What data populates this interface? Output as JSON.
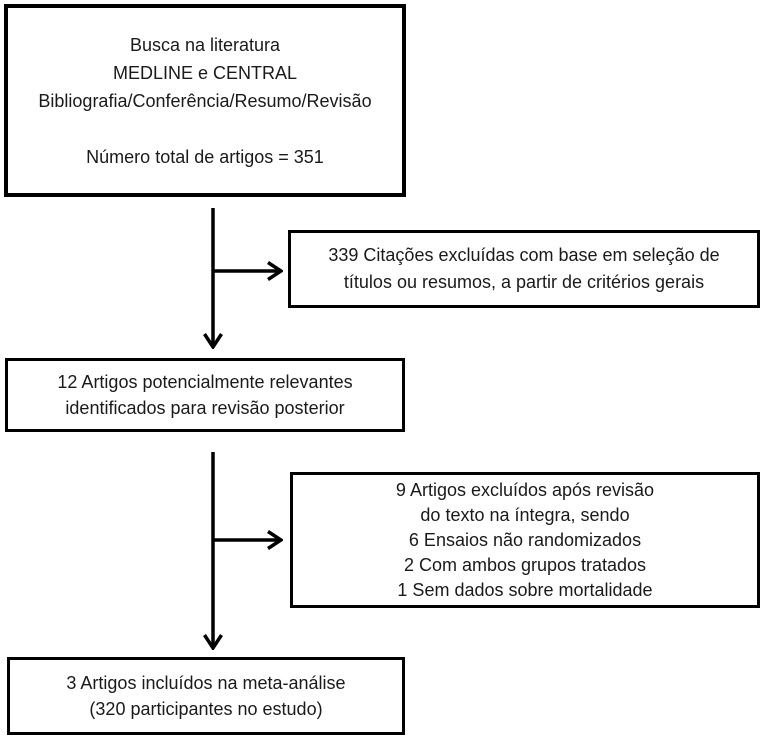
{
  "flowchart": {
    "boxes": {
      "search": {
        "name": "literature-search",
        "lines": [
          "Busca na literatura",
          "MEDLINE e CENTRAL",
          "Bibliografia/Conferência/Resumo/Revisão",
          "",
          "Número total de artigos = 351"
        ]
      },
      "excluded_citations": {
        "name": "excluded-citations",
        "lines": [
          "339 Citações excluídas com base em seleção de",
          "títulos ou resumos, a partir de critérios gerais"
        ]
      },
      "relevant": {
        "name": "potentially-relevant-articles",
        "lines": [
          "12 Artigos potencialmente relevantes",
          "identificados para revisão posterior"
        ]
      },
      "excluded_fulltext": {
        "name": "excluded-after-full-text-review",
        "lines": [
          "9 Artigos excluídos após revisão",
          "do texto na íntegra, sendo",
          "6 Ensaios não randomizados",
          "2 Com ambos grupos tratados",
          "1 Sem dados sobre mortalidade"
        ]
      },
      "included": {
        "name": "included-in-meta-analysis",
        "lines": [
          "3 Artigos incluídos na meta-análise",
          "(320 participantes no estudo)"
        ]
      }
    },
    "colors": {
      "line": "#000000",
      "text": "#1a1a1a",
      "background": "#ffffff"
    }
  }
}
